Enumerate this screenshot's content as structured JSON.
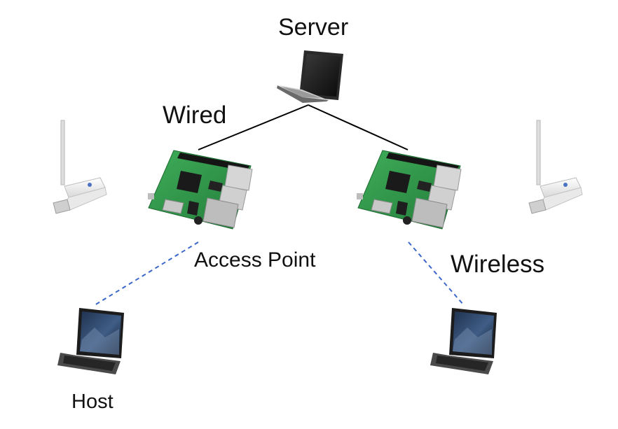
{
  "labels": {
    "server": "Server",
    "wired": "Wired",
    "access_point": "Access Point",
    "wireless": "Wireless",
    "host": "Host"
  },
  "icons": {
    "server": "laptop-icon",
    "access_point_board": "raspberry-pi-board-icon",
    "wireless_board": "raspberry-pi-board-icon",
    "access_point_adapter": "usb-wifi-adapter-icon",
    "wireless_adapter": "usb-wifi-adapter-icon",
    "host": "laptop-icon",
    "client": "laptop-icon"
  },
  "links": [
    {
      "from": "server",
      "to": "access_point",
      "style": "solid"
    },
    {
      "from": "server",
      "to": "wireless",
      "style": "solid"
    },
    {
      "from": "access_point",
      "to": "host",
      "style": "dashed"
    },
    {
      "from": "wireless",
      "to": "client",
      "style": "dashed"
    }
  ],
  "colors": {
    "wired_link": "#000000",
    "wireless_link": "#3b67c9",
    "pcb_green": "#2e9a4a",
    "laptop_dark": "#1c1c1c"
  }
}
